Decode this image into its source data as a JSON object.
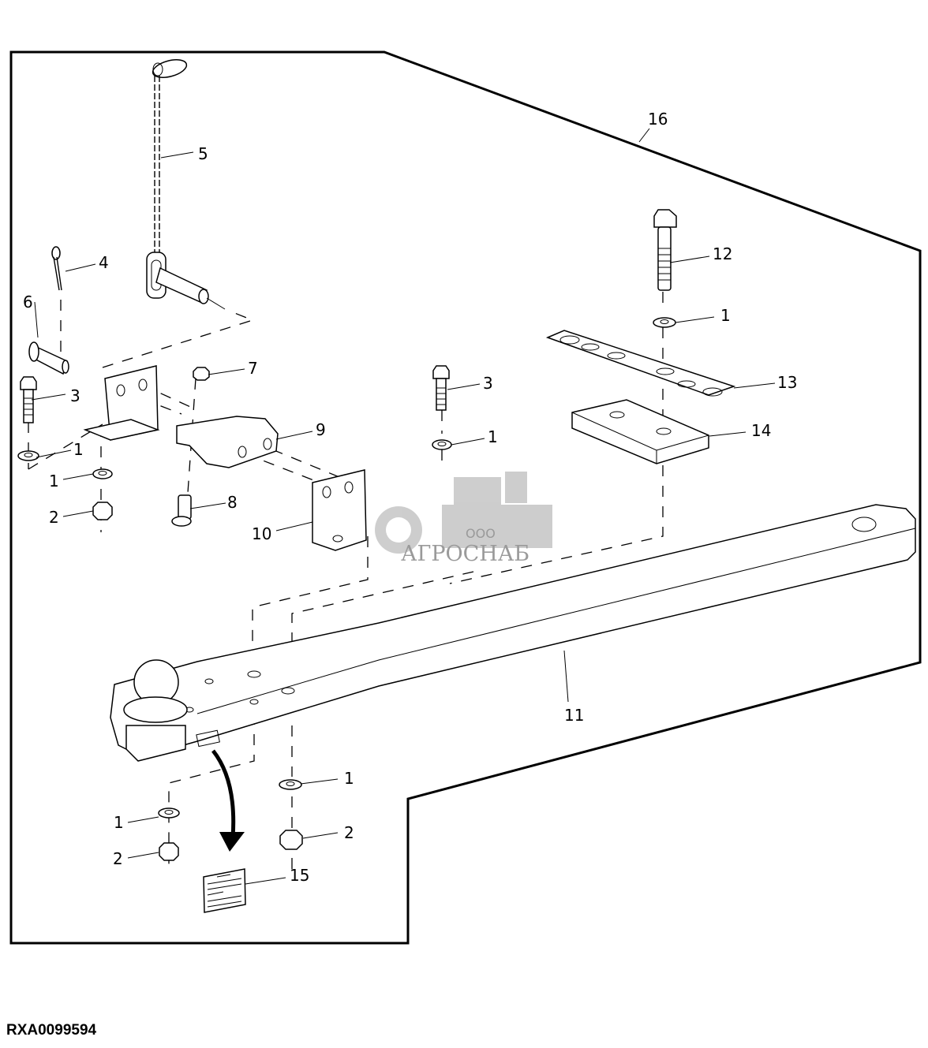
{
  "figure_id": "RXA0099594",
  "watermark": {
    "small_text": "ООО",
    "brand_text": "АГРОСНАБ"
  },
  "callouts": {
    "c1": "1",
    "c2": "2",
    "c3": "3",
    "c4": "4",
    "c5": "5",
    "c6": "6",
    "c7": "7",
    "c8": "8",
    "c9": "9",
    "c10": "10",
    "c11": "11",
    "c12": "12",
    "c13": "13",
    "c14": "14",
    "c15": "15",
    "c16": "16"
  },
  "colors": {
    "line": "#000000",
    "background": "#ffffff",
    "watermark": "#bdbdbd"
  }
}
